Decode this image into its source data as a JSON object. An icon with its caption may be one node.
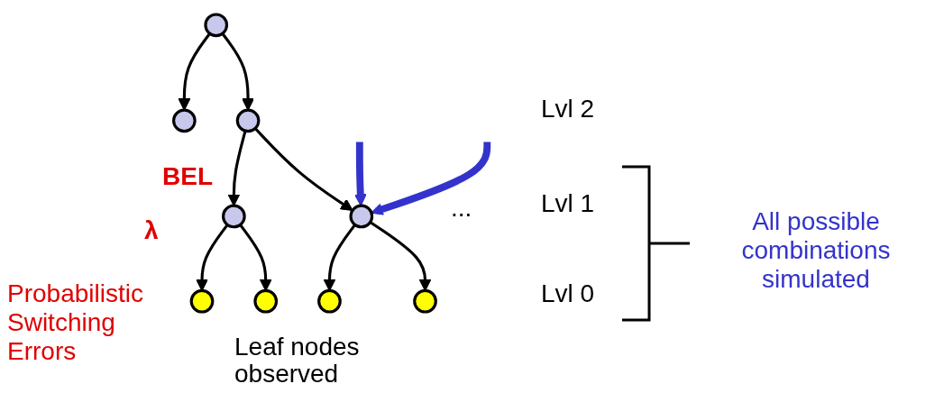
{
  "diagram": {
    "nodes": [
      {
        "text": [],
        "shape": "circle"
      },
      {
        "text": [],
        "shape": "circle"
      },
      {
        "text": [],
        "shape": "circle"
      },
      {
        "text": [],
        "shape": "circle"
      },
      {
        "text": [],
        "shape": "circle"
      },
      {
        "text": [],
        "shape": "circle"
      },
      {
        "text": [],
        "shape": "circle"
      },
      {
        "text": [],
        "shape": "circle"
      },
      {
        "text": [],
        "shape": "circle"
      }
    ],
    "edges": [
      {
        "from": 0,
        "to": 1,
        "arrow": "to"
      },
      {
        "from": 0,
        "to": 2,
        "arrow": "to"
      },
      {
        "from": 1,
        "to": 3,
        "arrow": "to"
      },
      {
        "from": 1,
        "to": 4,
        "arrow": "to"
      },
      {
        "from": 3,
        "to": 5,
        "arrow": "to"
      },
      {
        "from": 3,
        "to": 6,
        "arrow": "to"
      },
      {
        "from": 4,
        "to": 7,
        "arrow": "to"
      },
      {
        "from": 4,
        "to": 8,
        "arrow": "to"
      },
      {
        "from": null,
        "to": 3,
        "arrow": "to",
        "style": "thick",
        "color": "#3333cc"
      },
      {
        "from": null,
        "to": 3,
        "arrow": "to",
        "style": "thick",
        "color": "#3333cc"
      }
    ],
    "labels": [
      "Lvl 2",
      "BEL",
      "...",
      "Lvl 1",
      "λ",
      "All possible combinations simulated",
      "Lvl 0",
      "Probabilistic Switching Errors",
      "Leaf nodes observed"
    ]
  }
}
